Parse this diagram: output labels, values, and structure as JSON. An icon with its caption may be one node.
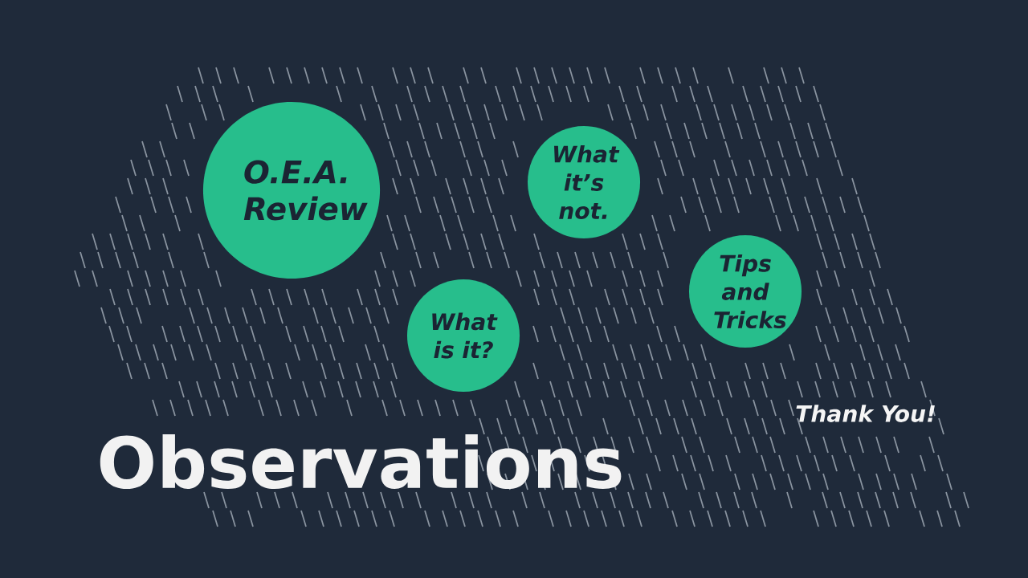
{
  "diagram": {
    "title": "Observations",
    "nodes": [
      {
        "text": [
          "O.E.A. Review"
        ]
      },
      {
        "text": [
          "What it’s not."
        ]
      },
      {
        "text": [
          "Tips and Tricks"
        ]
      },
      {
        "text": [
          "What is it?"
        ]
      }
    ],
    "labels": [
      "Thank You!"
    ]
  }
}
